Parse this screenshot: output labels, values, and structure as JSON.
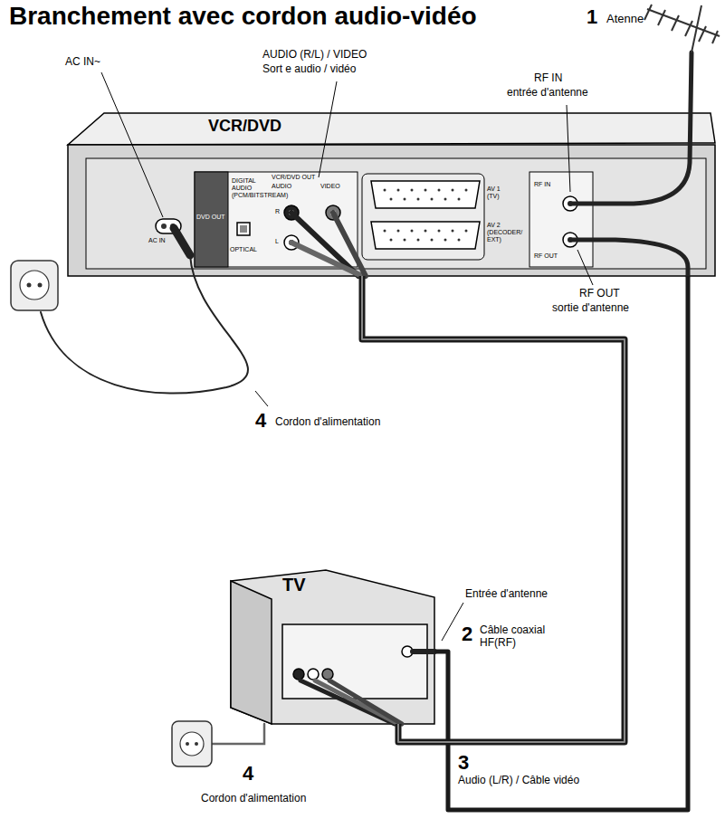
{
  "diagram": {
    "title": "Branchement avec cordon audio-vidéo",
    "nodes": [
      {
        "text": [
          "VCR/DVD"
        ]
      },
      {
        "text": [
          "TV"
        ]
      }
    ],
    "edges": [
      {
        "from": 0,
        "to": 1,
        "arrow": "none"
      },
      {
        "from": 0,
        "to": 1,
        "arrow": "none"
      }
    ],
    "labels": [
      "1",
      "Atenne",
      "AUDIO (R/L) / VIDEO",
      "Sort e audio / vidéo",
      "AC IN~",
      "RF IN",
      "entrée d'antenne",
      "RF OUT",
      "sortie d'antenne",
      "4",
      "Cordon d'alimentation",
      "Entrée d'antenne",
      "2",
      "Câble coaxial HF(RF)",
      "3",
      "Audio (L/R) / Câble vidéo",
      "4",
      "Cordon d'alimentation",
      "DVD OUT",
      "DIGITAL AUDIO (PCM/BITSTREAM)",
      "OPTICAL",
      "VCR/DVD OUT",
      "AUDIO",
      "R",
      "L",
      "VIDEO",
      "AV 1 (TV)",
      "AV 2 (DECODER/ EXT)",
      "RF IN",
      "RF OUT",
      "AC IN"
    ]
  }
}
